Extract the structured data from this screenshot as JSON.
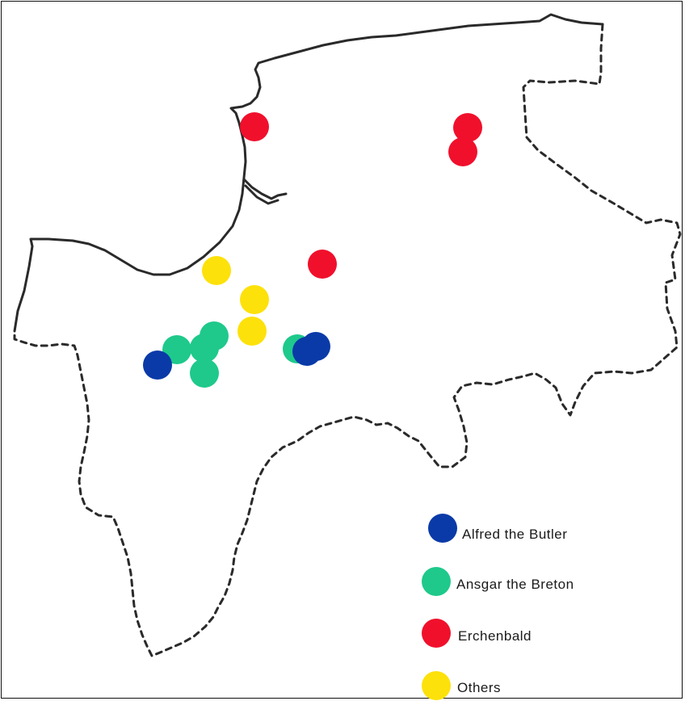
{
  "map": {
    "colors": {
      "alfred": "#0a3aa8",
      "ansgar": "#1ec98b",
      "erchenbald": "#f0102c",
      "others": "#fde10a",
      "outline": "#2a2a2a"
    },
    "legend": [
      {
        "label": "Alfred the Butler",
        "color": "#0a3aa8"
      },
      {
        "label": "Ansgar the Breton",
        "color": "#1ec98b"
      },
      {
        "label": "Erchenbald",
        "color": "#f0102c"
      },
      {
        "label": "Others",
        "color": "#fde10a"
      }
    ]
  }
}
